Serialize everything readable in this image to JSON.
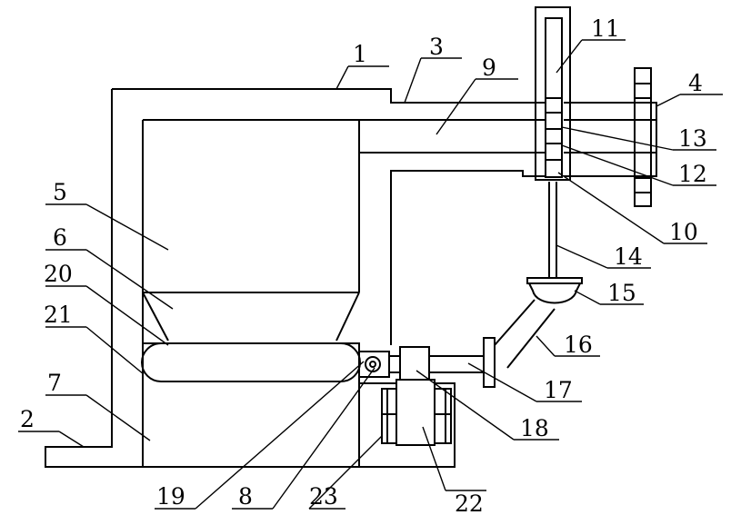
{
  "callouts": [
    {
      "id": "c1",
      "label": "1"
    },
    {
      "id": "c2",
      "label": "2"
    },
    {
      "id": "c3",
      "label": "3"
    },
    {
      "id": "c4",
      "label": "4"
    },
    {
      "id": "c5",
      "label": "5"
    },
    {
      "id": "c6",
      "label": "6"
    },
    {
      "id": "c7",
      "label": "7"
    },
    {
      "id": "c8",
      "label": "8"
    },
    {
      "id": "c9",
      "label": "9"
    },
    {
      "id": "c10",
      "label": "10"
    },
    {
      "id": "c11",
      "label": "11"
    },
    {
      "id": "c12",
      "label": "12"
    },
    {
      "id": "c13",
      "label": "13"
    },
    {
      "id": "c14",
      "label": "14"
    },
    {
      "id": "c15",
      "label": "15"
    },
    {
      "id": "c16",
      "label": "16"
    },
    {
      "id": "c17",
      "label": "17"
    },
    {
      "id": "c18",
      "label": "18"
    },
    {
      "id": "c19",
      "label": "19"
    },
    {
      "id": "c20",
      "label": "20"
    },
    {
      "id": "c21",
      "label": "21"
    },
    {
      "id": "c22",
      "label": "22"
    },
    {
      "id": "c23",
      "label": "23"
    }
  ],
  "colors": {
    "line": "#000000",
    "background": "#ffffff"
  }
}
